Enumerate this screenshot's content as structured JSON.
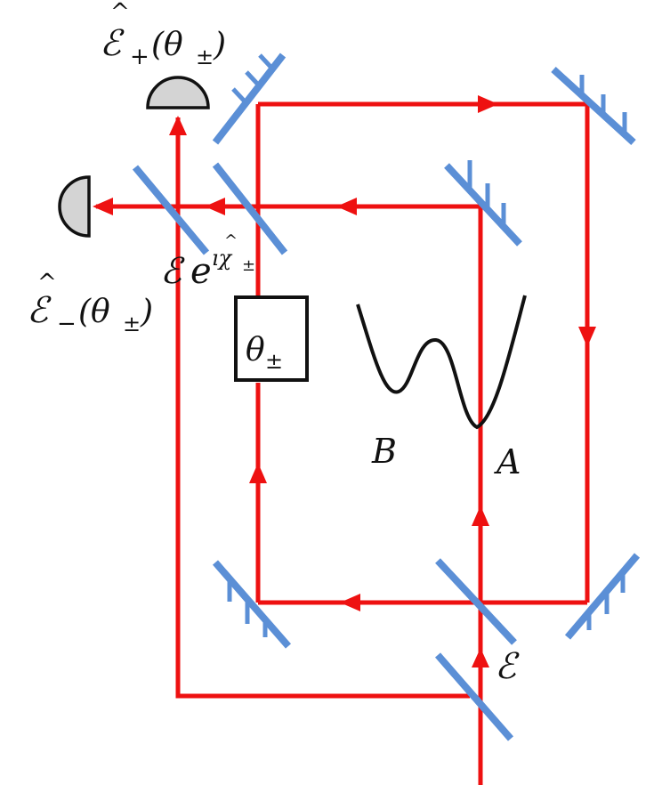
{
  "colors": {
    "beam": "#ee1111",
    "mirror": "#5b8fd6",
    "detector_fill": "#d4d4d4",
    "ink": "#111111"
  },
  "labels": {
    "e_plus_base": "ℰ",
    "e_plus_sub": "+",
    "e_plus_arg": "(θ",
    "e_plus_arg_sub": "±",
    "e_plus_close": ")",
    "e_minus_base": "ℰ",
    "e_minus_sub": "−",
    "e_minus_arg": "(θ",
    "e_minus_arg_sub": "±",
    "e_minus_close": ")",
    "hat": "^",
    "phase_field": "ℰ",
    "phase_exp_base": "e",
    "phase_exp_sup": "ıχ",
    "phase_exp_sup_hat": "^",
    "phase_exp_sub": "±",
    "phase_box_theta": "θ",
    "phase_box_sub": "±",
    "well_left": "B",
    "well_right": "A",
    "input_field": "ℰ"
  }
}
